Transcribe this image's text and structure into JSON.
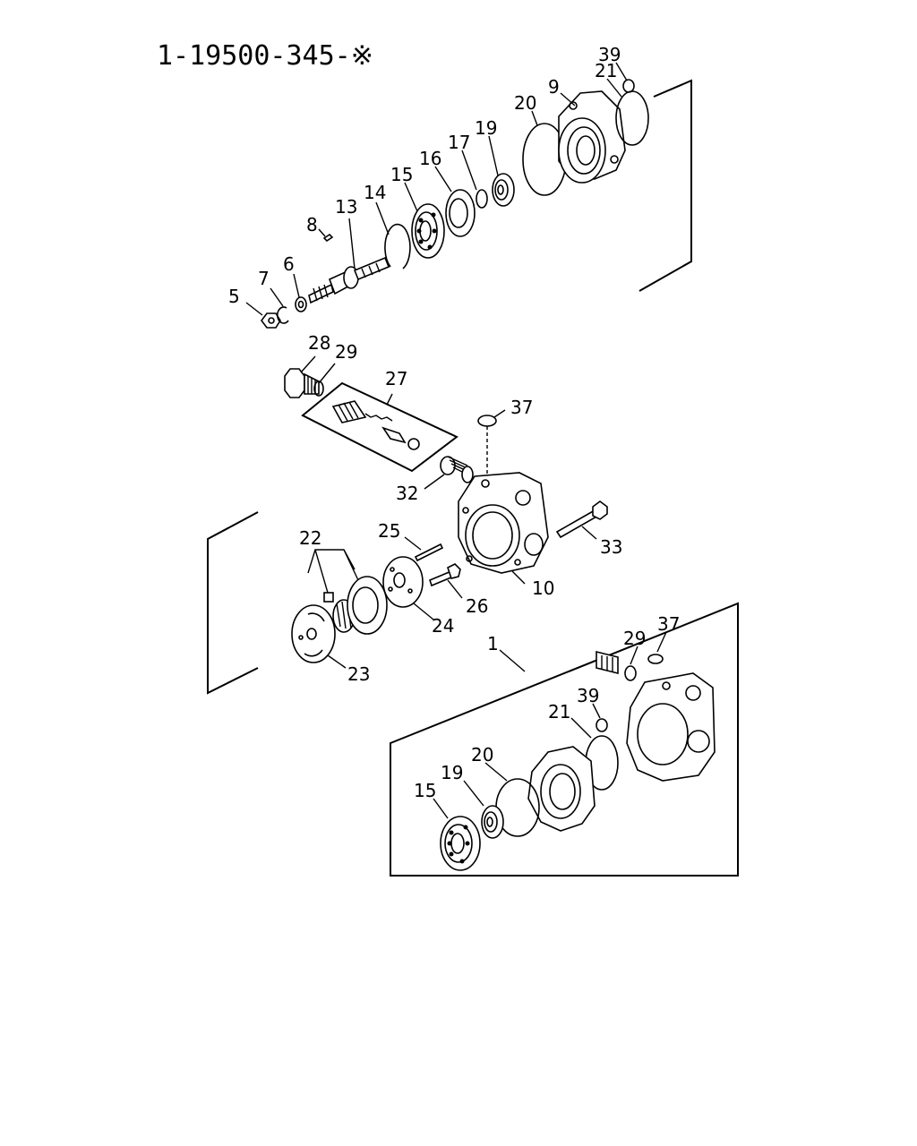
{
  "title": "1-19500-345-※",
  "callouts": {
    "c5": "5",
    "c6": "6",
    "c7": "7",
    "c8": "8",
    "c13": "13",
    "c14": "14",
    "c15": "15",
    "c16": "16",
    "c17": "17",
    "c19": "19",
    "c20": "20",
    "c9": "9",
    "c21": "21",
    "c39": "39",
    "c28": "28",
    "c29": "29",
    "c27": "27",
    "c37": "37",
    "c32": "32",
    "c33": "33",
    "c10": "10",
    "c25": "25",
    "c26": "26",
    "c22": "22",
    "c24": "24",
    "c23": "23",
    "k1": "1",
    "k29": "29",
    "k37": "37",
    "k39": "39",
    "k21": "21",
    "k20": "20",
    "k19": "19",
    "k15": "15"
  }
}
